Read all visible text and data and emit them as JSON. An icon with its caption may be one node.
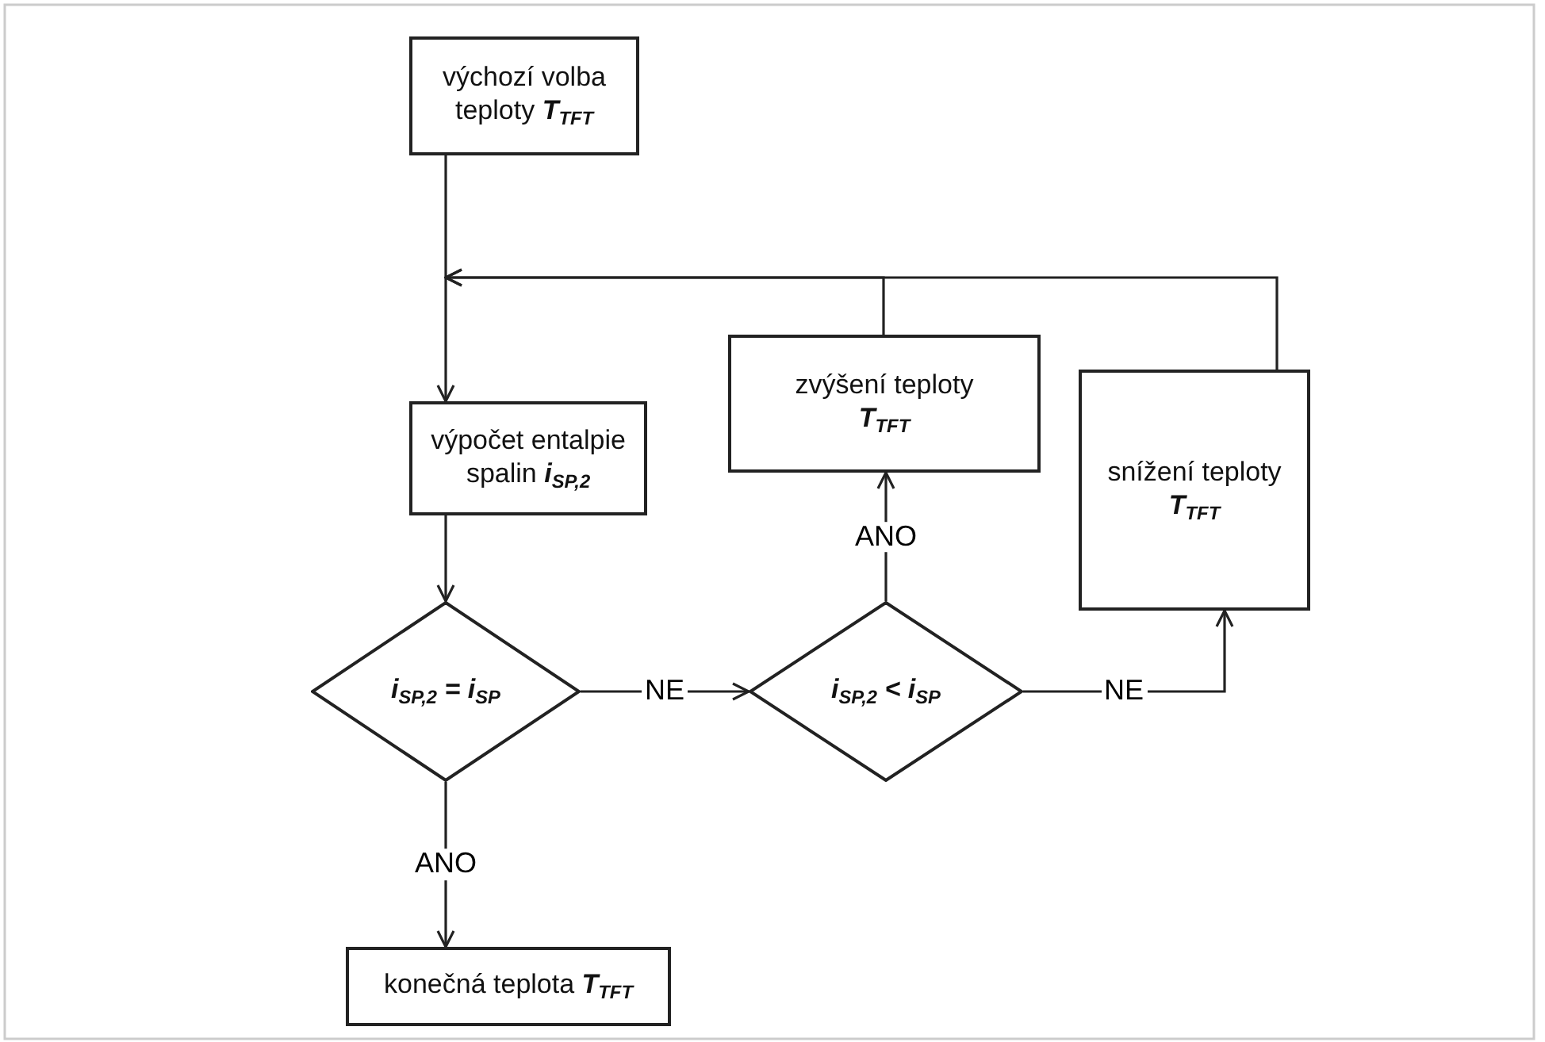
{
  "diagram": {
    "nodes": [
      {
        "text": [
          "výchozí volba teploty **T$_{TFT}$**"
        ]
      },
      {
        "text": [
          "výpočet entalpie spalin **i$_{SP,2}$**"
        ]
      },
      {
        "text": [
          "i$_{SP,2}$ = i$_{SP}$"
        ]
      },
      {
        "text": [
          "i$_{SP,2}$ < i$_{SP}$"
        ]
      },
      {
        "text": [
          "zvýšení teploty **T$_{TFT}$**"
        ]
      },
      {
        "text": [
          "snížení teploty **T$_{TFT}$**"
        ]
      },
      {
        "text": [
          "konečná teplota **T$_{TFT}$**"
        ]
      }
    ],
    "edges": [
      {
        "from": 0,
        "to": 1,
        "arrow": "to"
      },
      {
        "from": 1,
        "to": 2,
        "arrow": "to"
      },
      {
        "from": 2,
        "to": 3,
        "arrow": "to",
        "label": "NE"
      },
      {
        "from": 2,
        "to": 6,
        "arrow": "to",
        "label": "ANO"
      },
      {
        "from": 3,
        "to": 4,
        "arrow": "to",
        "label": "ANO"
      },
      {
        "from": 3,
        "to": 5,
        "arrow": "to",
        "label": "NE"
      },
      {
        "from": 4,
        "to": 1,
        "arrow": "to"
      },
      {
        "from": 5,
        "to": 1,
        "arrow": "to"
      }
    ]
  }
}
